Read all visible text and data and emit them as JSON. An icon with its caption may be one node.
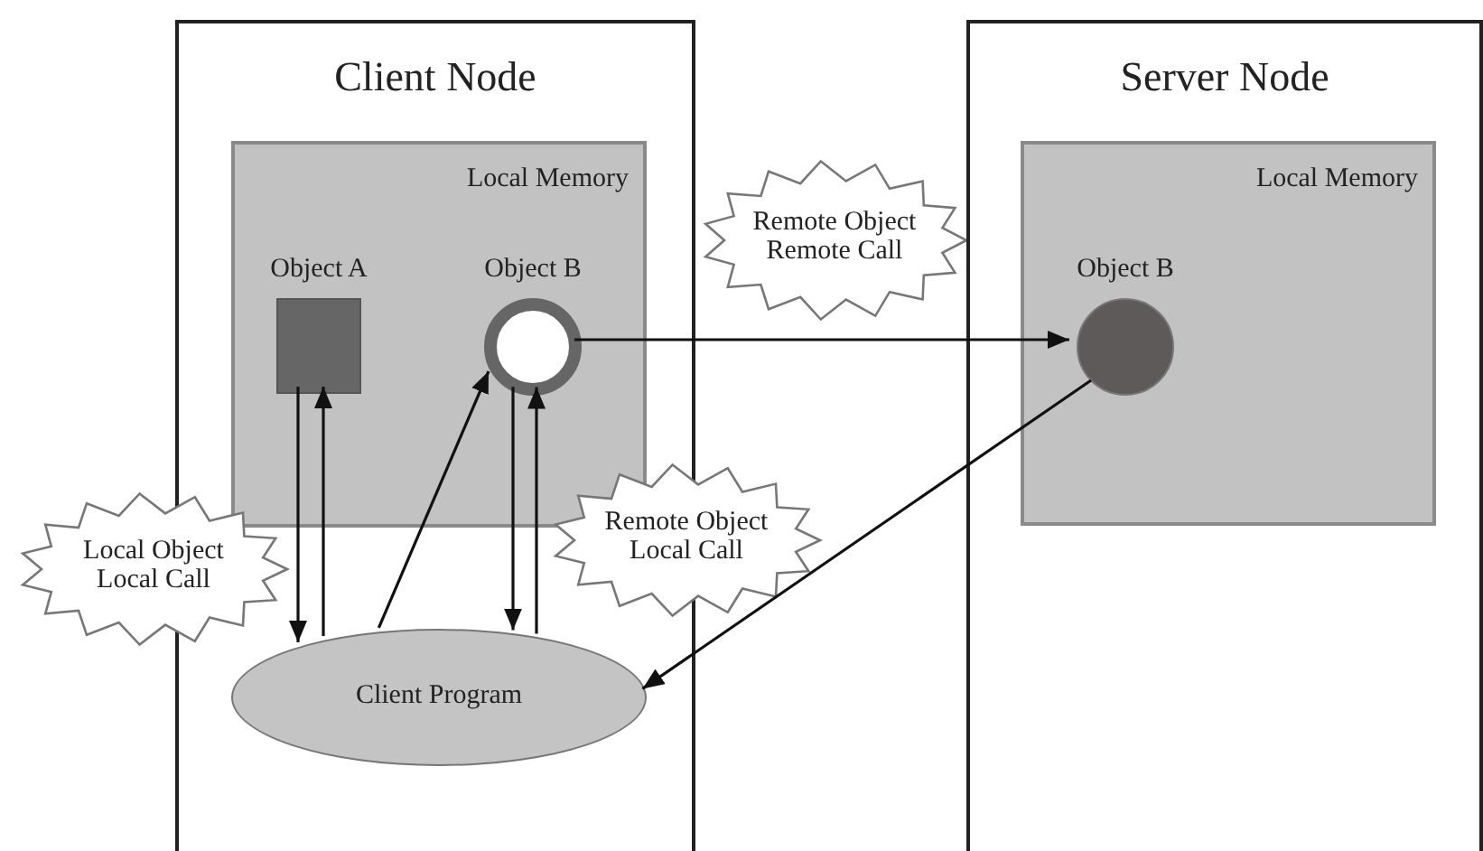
{
  "diagram": {
    "nodes": [
      {
        "text": [
          "Client Node"
        ]
      },
      {
        "text": [
          "Local Memory"
        ],
        "in": 0
      },
      {
        "text": [
          "Object A"
        ],
        "in": 1
      },
      {
        "text": [
          "Object B"
        ],
        "in": 1
      },
      {
        "text": [
          "Client Program"
        ],
        "in": 0
      },
      {
        "text": [
          "Local Object Local Call"
        ]
      },
      {
        "text": [
          "Remote Object Local Call"
        ]
      },
      {
        "text": [
          "Remote Object Remote Call"
        ]
      },
      {
        "text": [
          "Server Node"
        ]
      },
      {
        "text": [
          "Local Memory"
        ],
        "in": 8
      },
      {
        "text": [
          "Object B"
        ],
        "in": 9
      }
    ],
    "edges": [
      {
        "from": 2,
        "to": 4,
        "arrow": "to"
      },
      {
        "from": 4,
        "to": 2,
        "arrow": "to"
      },
      {
        "from": 4,
        "to": 3,
        "arrow": "to"
      },
      {
        "from": 3,
        "to": 4,
        "arrow": "to"
      },
      {
        "from": 4,
        "to": 3,
        "arrow": "to"
      },
      {
        "from": 3,
        "to": 10,
        "arrow": "to"
      },
      {
        "from": 10,
        "to": 4,
        "arrow": "to"
      }
    ]
  }
}
